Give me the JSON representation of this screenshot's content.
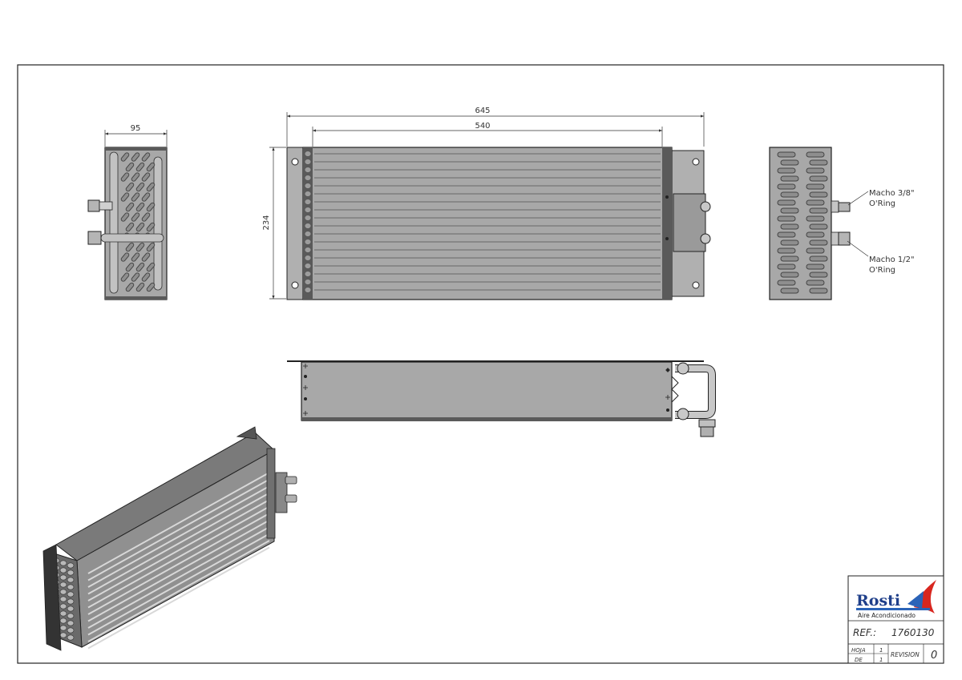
{
  "dimensions": {
    "side_width": "95",
    "overall_length": "645",
    "coil_length": "540",
    "height": "234"
  },
  "notes": {
    "top_line1": "Macho 3/8\"",
    "top_line2": "O'Ring",
    "bottom_line1": "Macho 1/2\"",
    "bottom_line2": "O'Ring"
  },
  "title_block": {
    "brand": "Rosti",
    "tagline": "Aire Acondicionado",
    "ref_label": "REF.:",
    "ref_value": "1760130",
    "hoja_label": "HOJA",
    "hoja_value": "1",
    "de_label": "DE",
    "de_value": "1",
    "revision_label": "REVISION",
    "revision_value": "0"
  },
  "colors": {
    "metal": "#a8a8a8",
    "metal_dark": "#5a5a5a",
    "logo_blue": "#2a63b8",
    "logo_red": "#d8261f"
  }
}
